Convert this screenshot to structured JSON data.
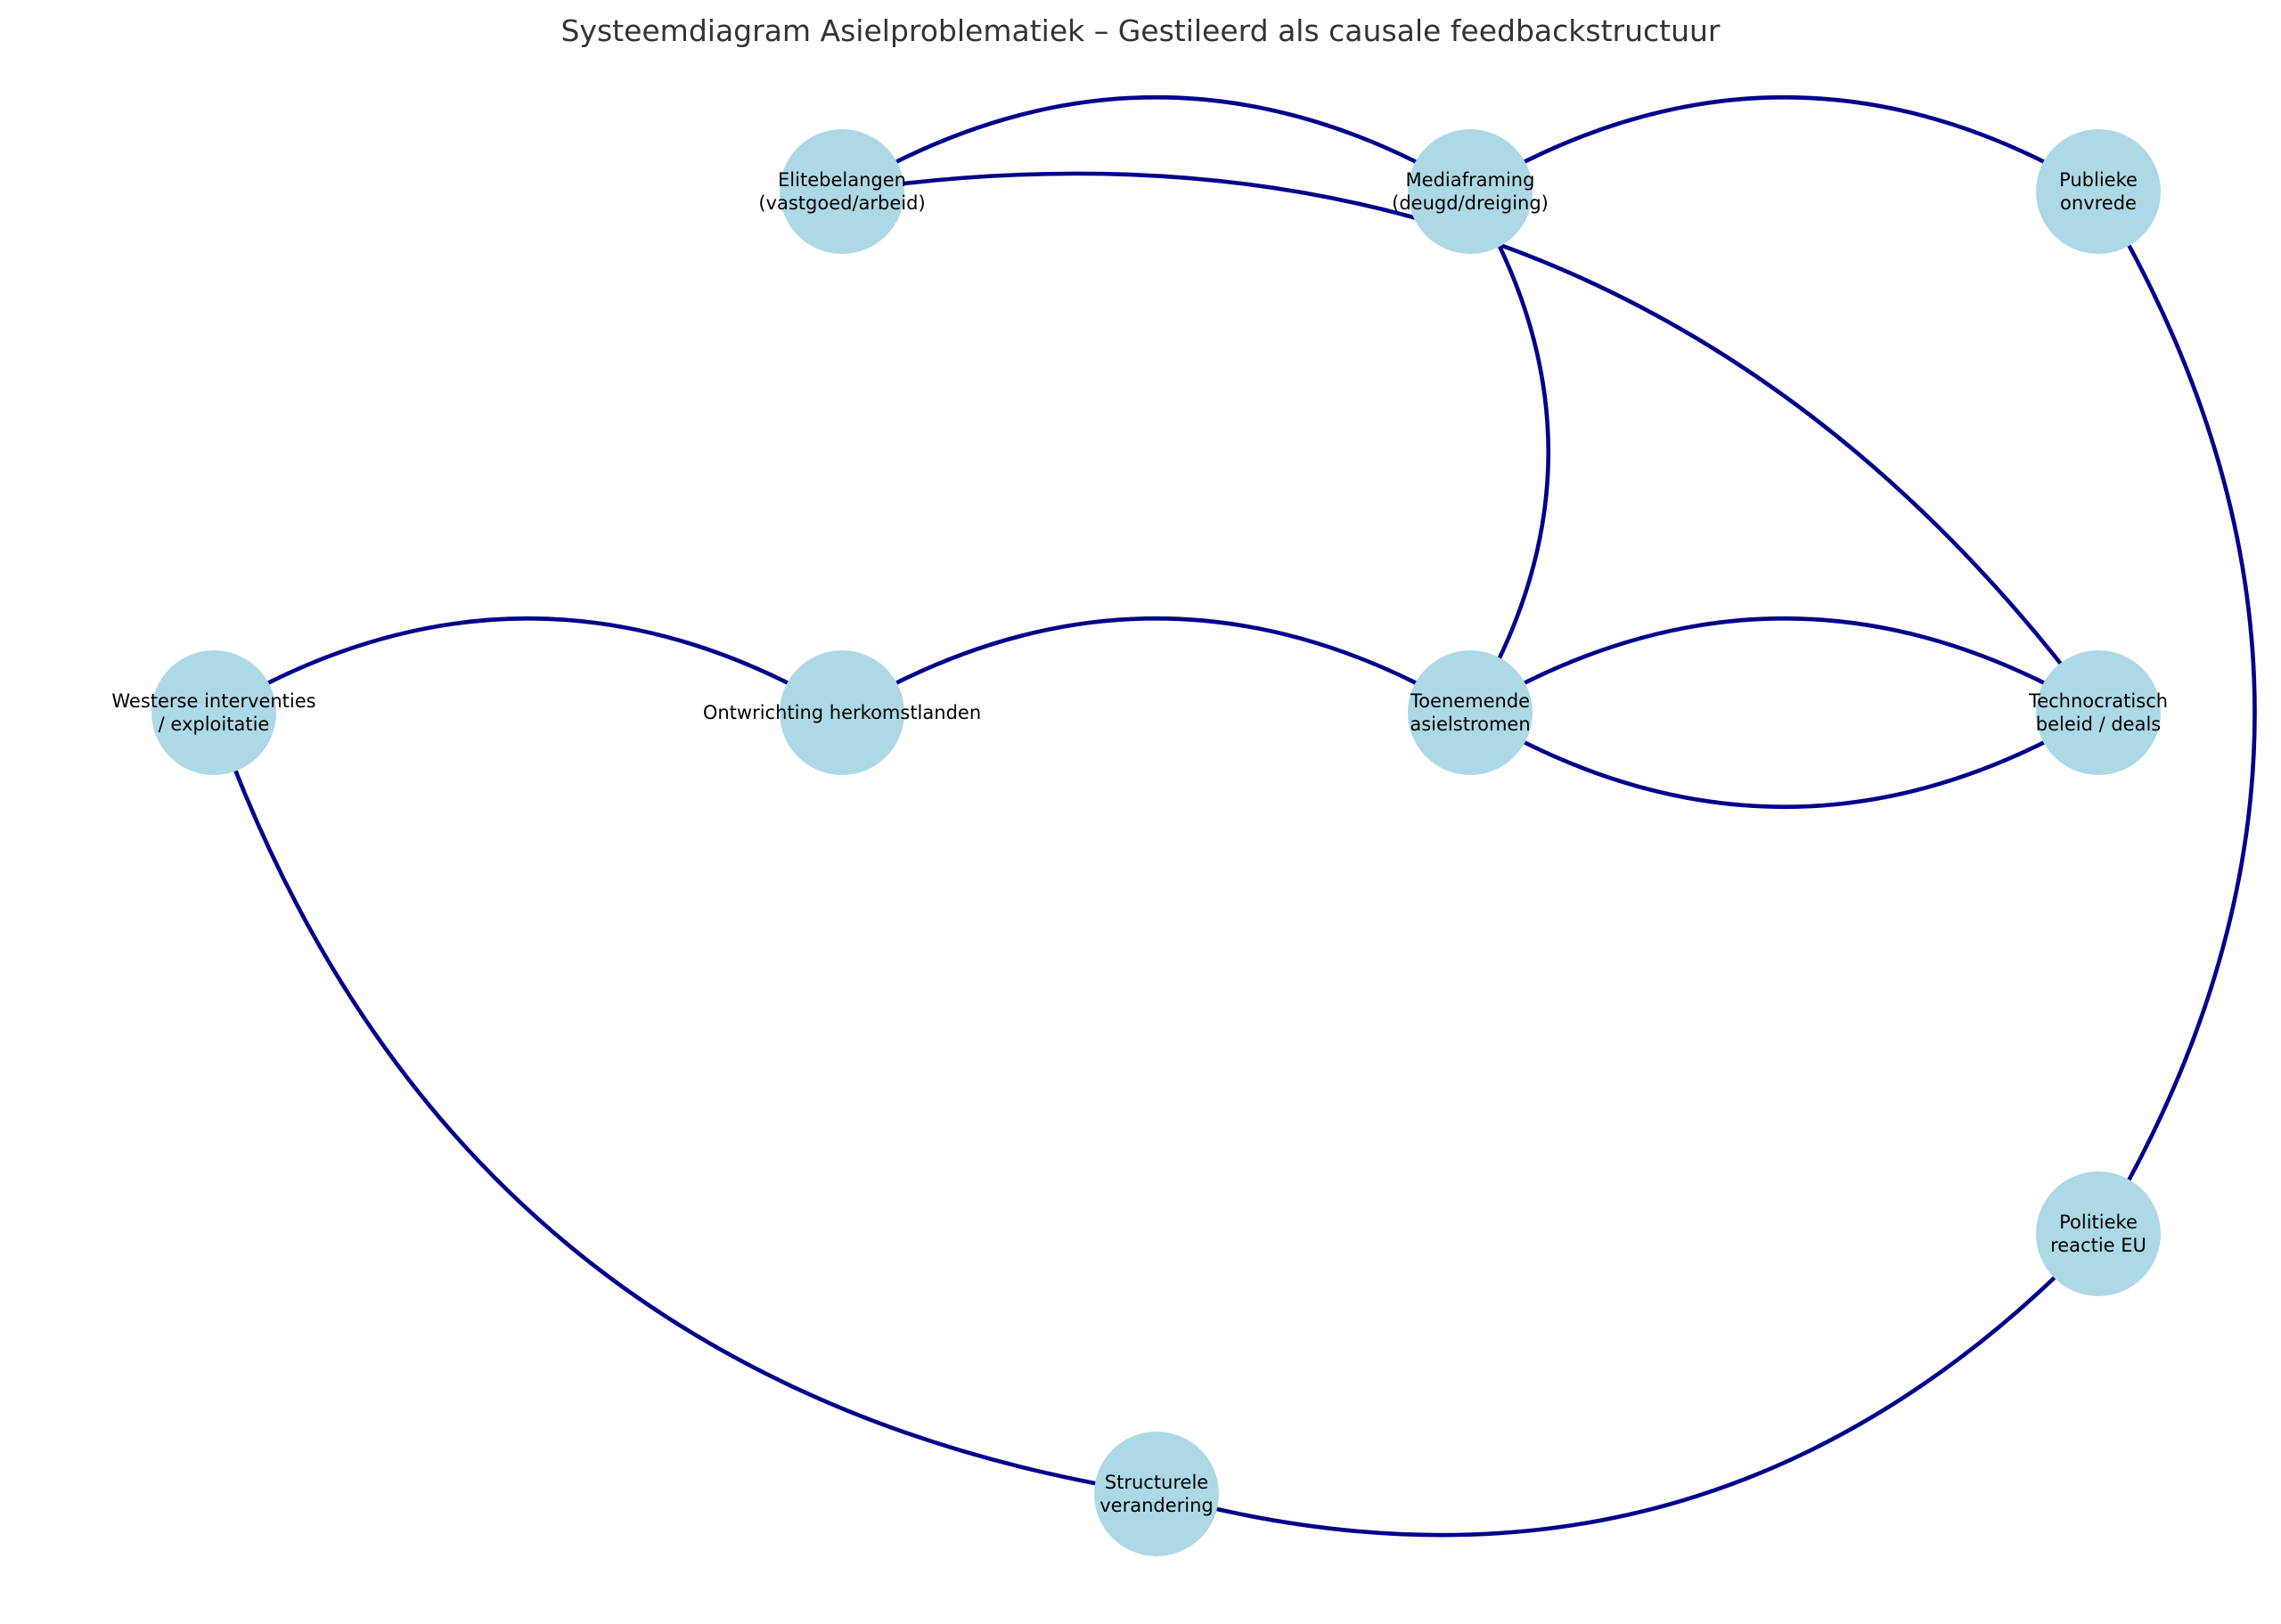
{
  "title": "Systeemdiagram Asielproblematiek – Gestileerd als causale feedbackstructuur",
  "colors": {
    "node_fill": "#add8e6",
    "edge": "#00008b",
    "title": "#333333",
    "label": "#000000"
  },
  "nodes": [
    {
      "id": "westerse",
      "lines": [
        "Westerse interventies",
        "/ exploitatie"
      ]
    },
    {
      "id": "ontwrichting",
      "lines": [
        "Ontwrichting herkomstlanden"
      ]
    },
    {
      "id": "toenemende",
      "lines": [
        "Toenemende",
        "asielstromen"
      ]
    },
    {
      "id": "technocratisch",
      "lines": [
        "Technocratisch",
        "beleid / deals"
      ]
    },
    {
      "id": "elitebelangen",
      "lines": [
        "Elitebelangen",
        "(vastgoed/arbeid)"
      ]
    },
    {
      "id": "mediaframing",
      "lines": [
        "Mediaframing",
        "(deugd/dreiging)"
      ]
    },
    {
      "id": "publieke",
      "lines": [
        "Publieke",
        "onvrede"
      ]
    },
    {
      "id": "politieke",
      "lines": [
        "Politieke",
        "reactie EU"
      ]
    },
    {
      "id": "structurele",
      "lines": [
        "Structurele",
        "verandering"
      ]
    }
  ],
  "edges": [
    {
      "from": "westerse",
      "to": "ontwrichting"
    },
    {
      "from": "ontwrichting",
      "to": "toenemende"
    },
    {
      "from": "toenemende",
      "to": "technocratisch"
    },
    {
      "from": "technocratisch",
      "to": "toenemende"
    },
    {
      "from": "elitebelangen",
      "to": "mediaframing"
    },
    {
      "from": "mediaframing",
      "to": "publieke"
    },
    {
      "from": "elitebelangen",
      "to": "technocratisch"
    },
    {
      "from": "mediaframing",
      "to": "toenemende"
    },
    {
      "from": "publieke",
      "to": "politieke"
    },
    {
      "from": "politieke",
      "to": "structurele"
    },
    {
      "from": "structurele",
      "to": "westerse"
    }
  ]
}
